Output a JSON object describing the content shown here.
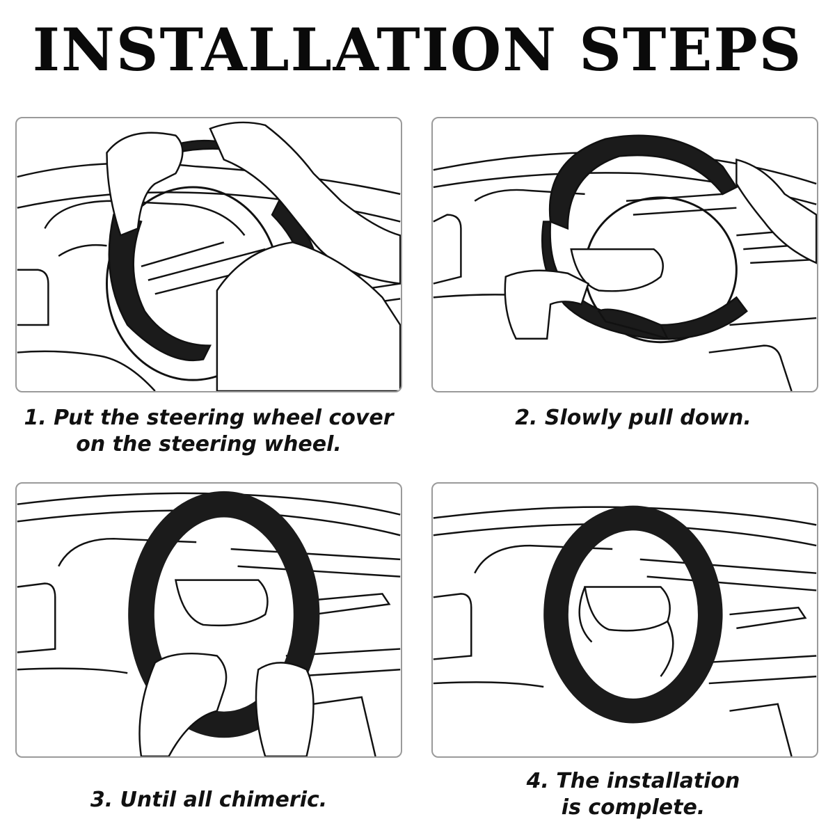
{
  "title": "INSTALLATION STEPS",
  "steps": [
    {
      "line1": "1. Put the steering wheel cover",
      "line2": "on the steering wheel."
    },
    {
      "line1": "2. Slowly pull down.",
      "line2": ""
    },
    {
      "line1": "3. Until all chimeric.",
      "line2": ""
    },
    {
      "line1": "4. The installation",
      "line2": "is complete."
    }
  ],
  "illustrations": [
    "hands-placing-cover",
    "hands-pulling-cover-down",
    "hands-fitting-cover",
    "cover-installed"
  ],
  "colors": {
    "line": "#111111",
    "cover": "#1b1b1b",
    "panel_border": "#9a9a9a"
  }
}
